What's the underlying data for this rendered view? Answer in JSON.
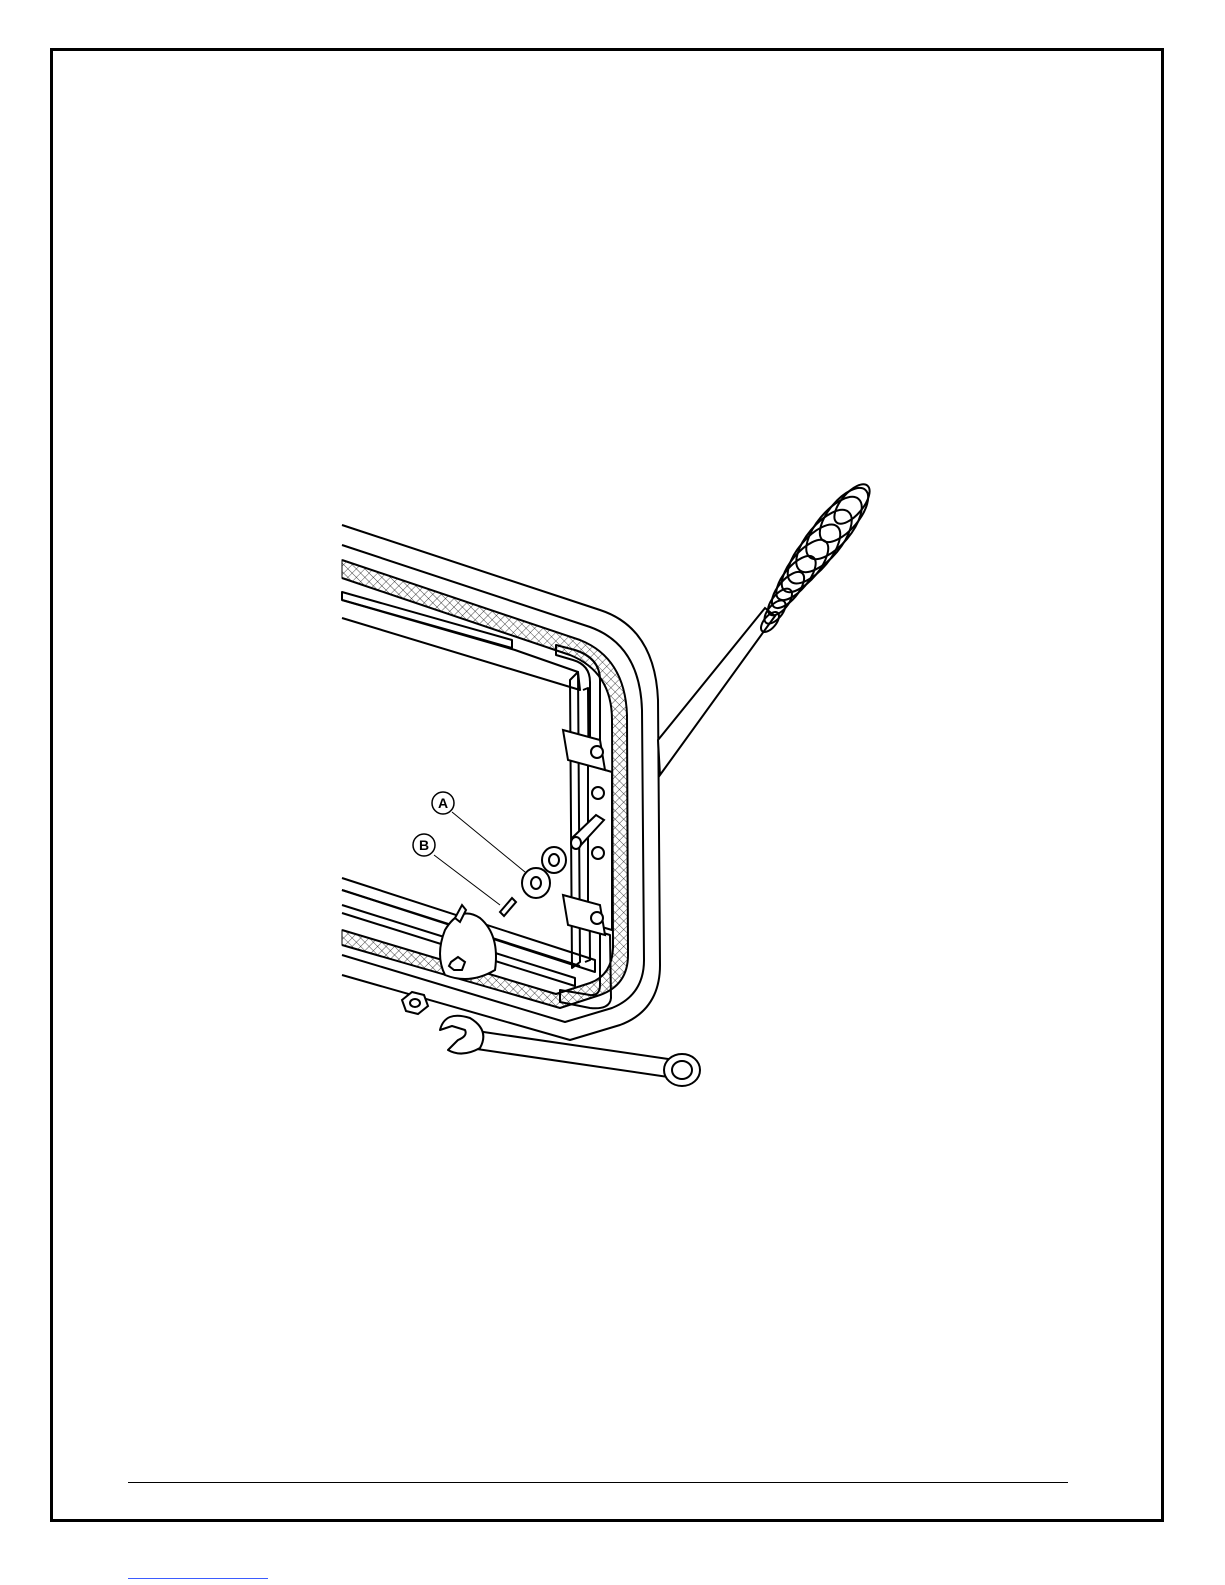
{
  "diagram": {
    "callouts": [
      {
        "id": "A",
        "label": "A"
      },
      {
        "id": "B",
        "label": "B"
      }
    ]
  },
  "colors": {
    "line": "#000000",
    "footer_link": "#3b5bff"
  }
}
